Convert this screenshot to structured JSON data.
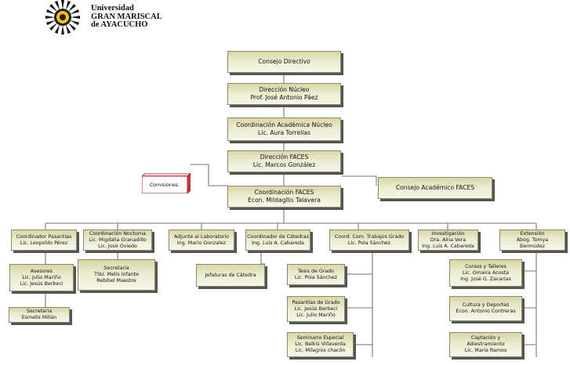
{
  "university": {
    "line1": "Universidad",
    "line2": "GRAN MARISCAL",
    "line3": "de AYACUCHO"
  },
  "colors": {
    "box_top": "#d9d6a6",
    "box_bottom": "#f6f6e8",
    "shadow": "#555555",
    "connector": "#8c8c8c",
    "comisiones_red": "#b02020",
    "logo_dark": "#1a1a1a",
    "logo_light": "#f2c400"
  },
  "nodes": {
    "consejo_directivo": {
      "line1": "Consejo Directivo",
      "line2": ""
    },
    "direccion_nucleo": {
      "line1": "Dirección Núcleo",
      "line2": "Prof. José Antonio Páez"
    },
    "coord_academica": {
      "line1": "Coordinación Académica Núcleo",
      "line2": "Lic. Aura Torrellas"
    },
    "direccion_faces": {
      "line1": "Dirección FACES",
      "line2": "Lic. Marcos González"
    },
    "comisiones": {
      "line1": "Comisiones"
    },
    "consejo_academico": {
      "line1": "Consejo Académico FACES"
    },
    "coord_faces": {
      "line1": "Coordinación FACES",
      "line2": "Econ. Mildagllis Talavera"
    },
    "pasantias": {
      "line1": "Coordinador Pasantías",
      "line2": "Lic. Leopoldo Pérez"
    },
    "nocturna": {
      "line1": "Coordinación Nocturna",
      "line2": "Lic. Migdalia Granadillo",
      "line3": "Lic. José Oviedo"
    },
    "adjunte": {
      "line1": "Adjunte al Laboratorio",
      "line2": "Ing. Mario Gonzalez"
    },
    "catedras": {
      "line1": "Coordinador de Cátedras",
      "line2": "Ing. Luis A. Cabareda"
    },
    "trabajos_grado": {
      "line1": "Coord. Com. Trabajos Grado",
      "line2": "Lic. Pola Sánchez"
    },
    "investigacion": {
      "line1": "Investigación",
      "line2": "Dra. Alna Vera",
      "line3": "Ing. Luis A. Cabareda"
    },
    "extension": {
      "line1": "Extensión",
      "line2": "Abog. Tomya",
      "line3": "Bermúdez"
    },
    "asesores": {
      "line1": "Asesores",
      "line2": "Lic. Julio Mariño",
      "line3": "Lic. Jesús Berbeci"
    },
    "secretaria_nocturna": {
      "line1": "Secretaria",
      "line2": "TSU. Melis Infante",
      "line3": "Rebibel Maestre"
    },
    "secretaria_pasantias": {
      "line1": "Secretaria",
      "line2": "Esmelis Millán"
    },
    "jefaturas": {
      "line1": "Jefaturas de Cátedra"
    },
    "tesis": {
      "line1": "Tesis de Grado",
      "line2": "Lic. Pola Sánchez"
    },
    "pasantias_grado": {
      "line1": "Pasantías de Grado",
      "line2": "Lic. Jesús Berbeci",
      "line3": "Lic. Julio Mariño"
    },
    "seminario": {
      "line1": "Seminario Especial",
      "line2": "Lic. Belkis Villaverda",
      "line3": "Lic. Milagros chacón"
    },
    "cursos": {
      "line1": "Cursos y Talleres",
      "line2": "Lic. Omaira Acosta",
      "line3": "Ing. José G. Zacarías"
    },
    "cultura": {
      "line1": "Cultura y Deportes",
      "line2": "Econ. Antonio Contreras"
    },
    "captacion": {
      "line1": "Captación y",
      "line2": "Adiestramiento",
      "line3": "Lic. María Ramos"
    }
  }
}
